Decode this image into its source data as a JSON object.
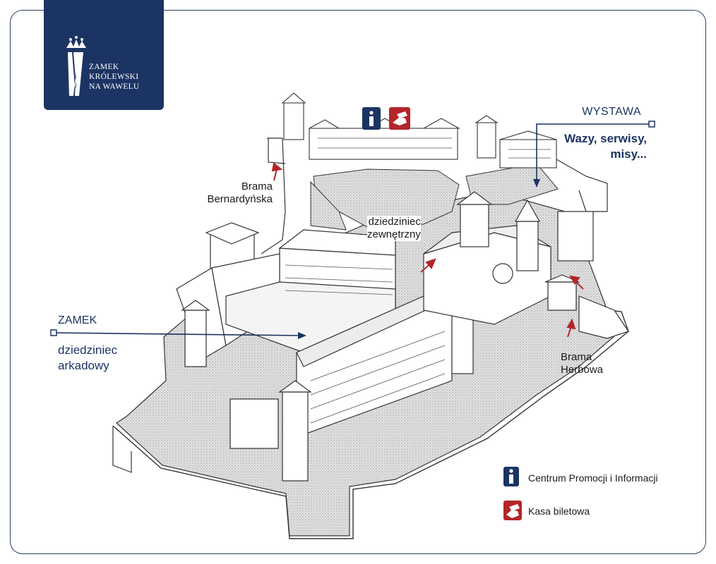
{
  "logo": {
    "line1": "ZAMEK",
    "line2": "KRÓLEWSKI",
    "line3": "NA WAWELU"
  },
  "colors": {
    "navy": "#1c3463",
    "red": "#b3262a",
    "paving": "#d7d7d7"
  },
  "labels": {
    "wystawa_title": "WYSTAWA",
    "wystawa_line1": "Wazy, serwisy,",
    "wystawa_line2": "misy...",
    "brama_bern_line1": "Brama",
    "brama_bern_line2": "Bernardyńska",
    "dziedziniec_zew_line1": "dziedziniec",
    "dziedziniec_zew_line2": "zewnętrzny",
    "zamek_title": "ZAMEK",
    "dziedziniec_ark_line1": "dziedziniec",
    "dziedziniec_ark_line2": "arkadowy",
    "brama_herb_line1": "Brama",
    "brama_herb_line2": "Herbowa"
  },
  "legend": {
    "info_icon": "info-icon",
    "info_label": "Centrum Promocji i Informacji",
    "ticket_icon": "ticket-hand-icon",
    "ticket_label": "Kasa biletowa"
  }
}
